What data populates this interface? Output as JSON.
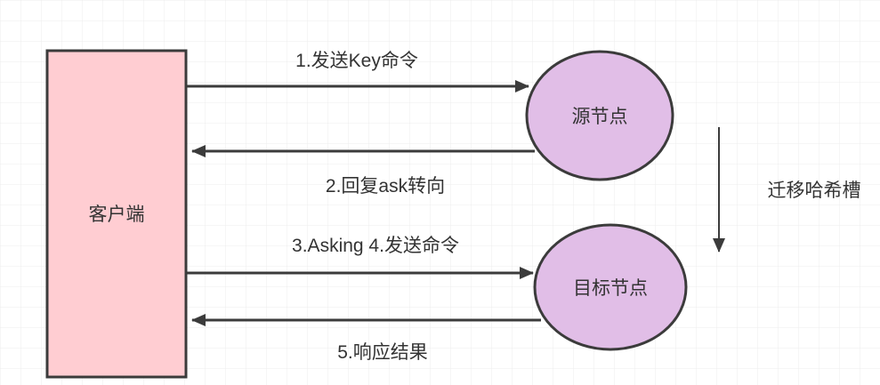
{
  "diagram": {
    "client": {
      "label": "客户端"
    },
    "source_node": {
      "label": "源节点"
    },
    "target_node": {
      "label": "目标节点"
    },
    "edges": {
      "send_key_label": "1.发送Key命令",
      "reply_ask_label": "2.回复ask转向",
      "asking_send_label": "3.Asking 4.发送命令",
      "response_label": "5.响应结果",
      "migrate_label": "迁移哈希槽"
    },
    "colors": {
      "client_fill": "#ffcdd2",
      "node_fill": "#e1bee7",
      "stroke": "#3b3b3b",
      "text": "#333333",
      "grid_line": "#ececec",
      "background": "#ffffff"
    }
  }
}
